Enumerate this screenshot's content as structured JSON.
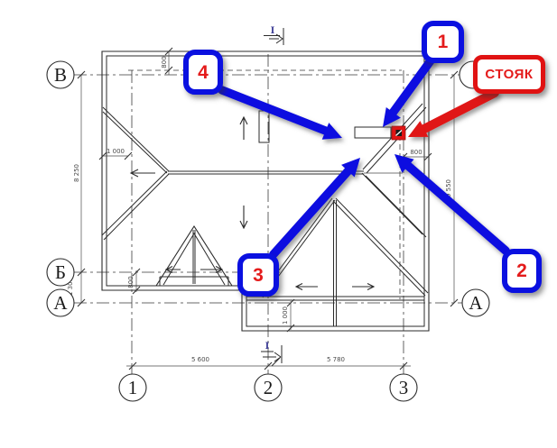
{
  "drawing": {
    "axes": {
      "row_top": "В",
      "row_mid": "Б",
      "row_bottom": "А",
      "row_bottom_right": "А",
      "col_1": "1",
      "col_2": "2",
      "col_3": "3"
    },
    "dimensions": {
      "left_main": "8 250",
      "left_small": "1 300",
      "top_overhang": "800",
      "left_overhang": "1 000",
      "bottom_left_overhang": "800",
      "right_overhang": "800",
      "right_main": "9 550",
      "extension_overhang": "1 000",
      "span_1_2": "5 600",
      "span_2_3": "5 780"
    },
    "section_marks": {
      "top": "I",
      "bottom": "I"
    }
  },
  "callouts": {
    "one": {
      "label": "1"
    },
    "two": {
      "label": "2"
    },
    "three": {
      "label": "3"
    },
    "four": {
      "label": "4"
    },
    "stoyak": {
      "label": "СТОЯК"
    }
  },
  "colors": {
    "callout_blue": "#0a10e0",
    "callout_red": "#e01212",
    "label_red": "#e41b1b",
    "plan_line": "#2b2b2b",
    "dim_text": "#4a4a4a",
    "stoyak_marker": "#e11414"
  }
}
